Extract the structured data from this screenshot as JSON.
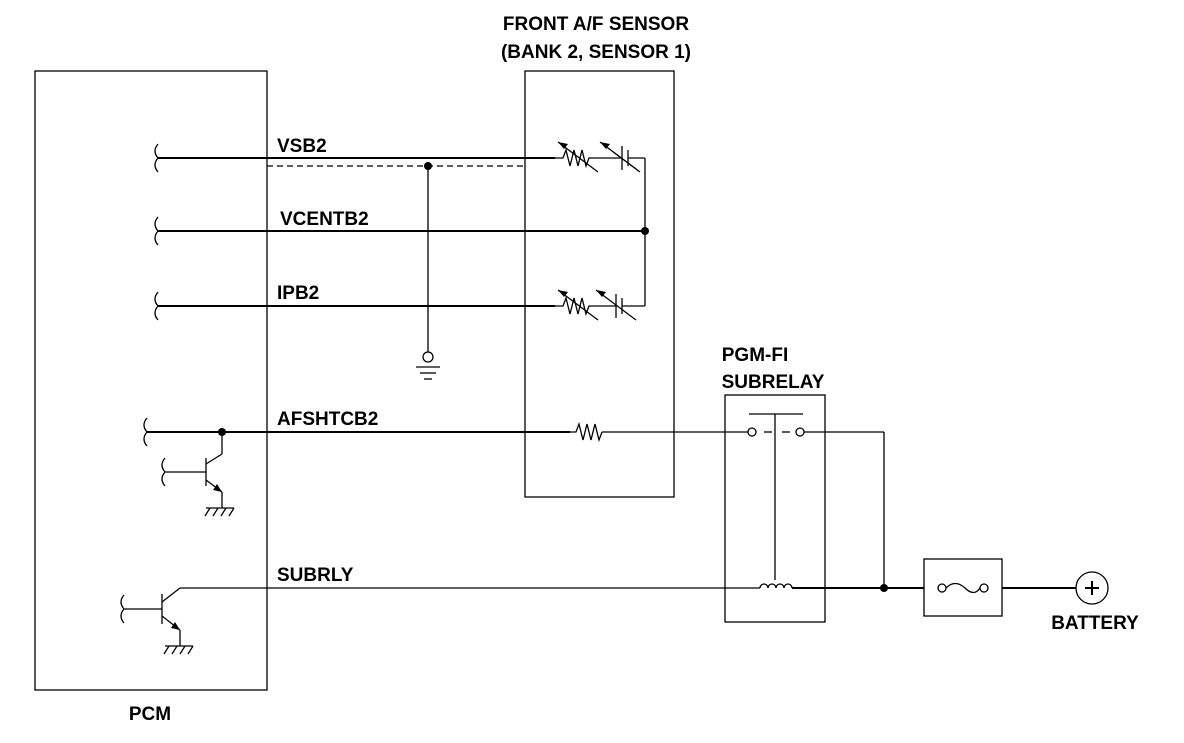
{
  "components": {
    "pcm_label": "PCM",
    "sensor_label_line1": "FRONT A/F SENSOR",
    "sensor_label_line2": "(BANK 2, SENSOR 1)",
    "relay_label_line1": "PGM-FI",
    "relay_label_line2": "SUBRELAY",
    "battery_label": "BATTERY"
  },
  "signals": {
    "vsb2": "VSB2",
    "vcentb2": "VCENTB2",
    "ipb2": "IPB2",
    "afshtcb2": "AFSHTCB2",
    "subrly": "SUBRLY"
  }
}
